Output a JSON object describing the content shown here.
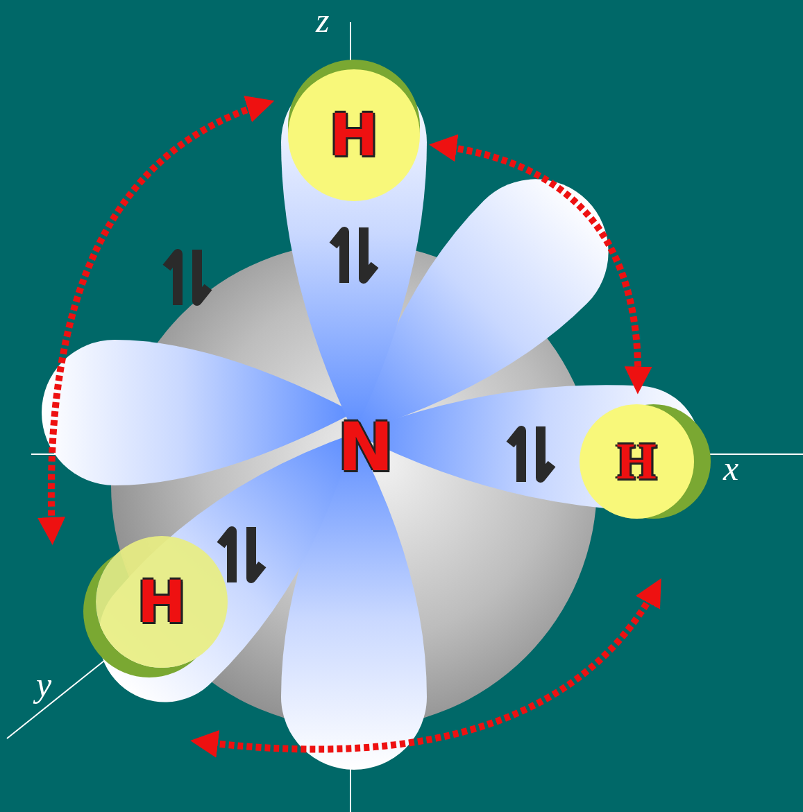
{
  "diagram": {
    "nodes": [
      {
        "text": [
          "H"
        ]
      },
      {
        "text": [
          "N"
        ]
      },
      {
        "text": [
          "H"
        ]
      },
      {
        "text": [
          "H"
        ]
      }
    ],
    "edges": [
      {
        "from": 0,
        "to": 2,
        "arrow": "both"
      }
    ],
    "labels": [
      "z",
      "x",
      "y"
    ]
  }
}
